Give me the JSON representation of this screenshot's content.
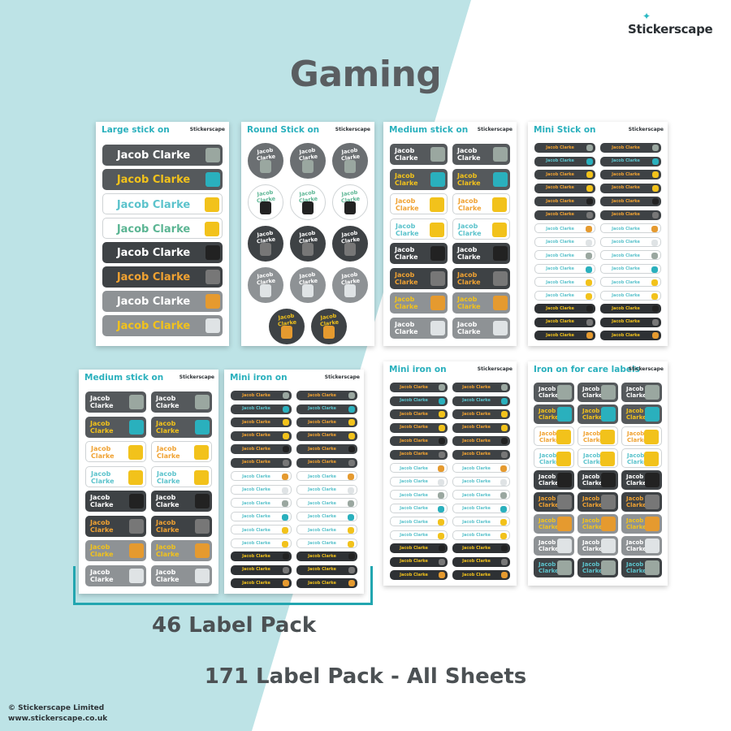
{
  "brand": {
    "logo_text": "Stickerscape",
    "logo_mark": "star-burst"
  },
  "title": "Gaming",
  "colors": {
    "background_panel": "#bde3e6",
    "accent": "#22a6b0",
    "dark_label": "#55595c",
    "darker_label": "#3e4245",
    "grey_label": "#8e9295",
    "yellow_text": "#f2c21b",
    "orange_text": "#f0a232",
    "teal_text": "#5cc3cc",
    "green_text": "#5bb593",
    "white_text": "#ffffff"
  },
  "name": "Jacob Clarke",
  "name_line1": "Jacob",
  "name_line2": "Clarke",
  "sheets": [
    {
      "id": "large-stick-on",
      "title": "Large stick on"
    },
    {
      "id": "round-stick-on",
      "title": "Round Stick on"
    },
    {
      "id": "medium-stick-on-top",
      "title": "Medium stick on"
    },
    {
      "id": "mini-stick-on",
      "title": "Mini Stick on"
    },
    {
      "id": "medium-stick-on-bottom",
      "title": "Medium stick on"
    },
    {
      "id": "mini-iron-on-bottom",
      "title": "Mini iron on"
    },
    {
      "id": "mini-iron-on-right",
      "title": "Mini iron on"
    },
    {
      "id": "iron-on-care-labels",
      "title": "Iron on for care labels"
    }
  ],
  "pack_small": "46 Label Pack",
  "pack_all": "171 Label Pack - All Sheets",
  "copyright": "© Stickerscape Limited",
  "website": "www.stickerscape.co.uk",
  "icons": [
    "handheld-console-icon",
    "block-puzzle-icon",
    "lightning-bolt-icon",
    "star-icon",
    "headphones-icon",
    "arcade-cabinet-icon",
    "joystick-icon",
    "gamepad-icon"
  ]
}
